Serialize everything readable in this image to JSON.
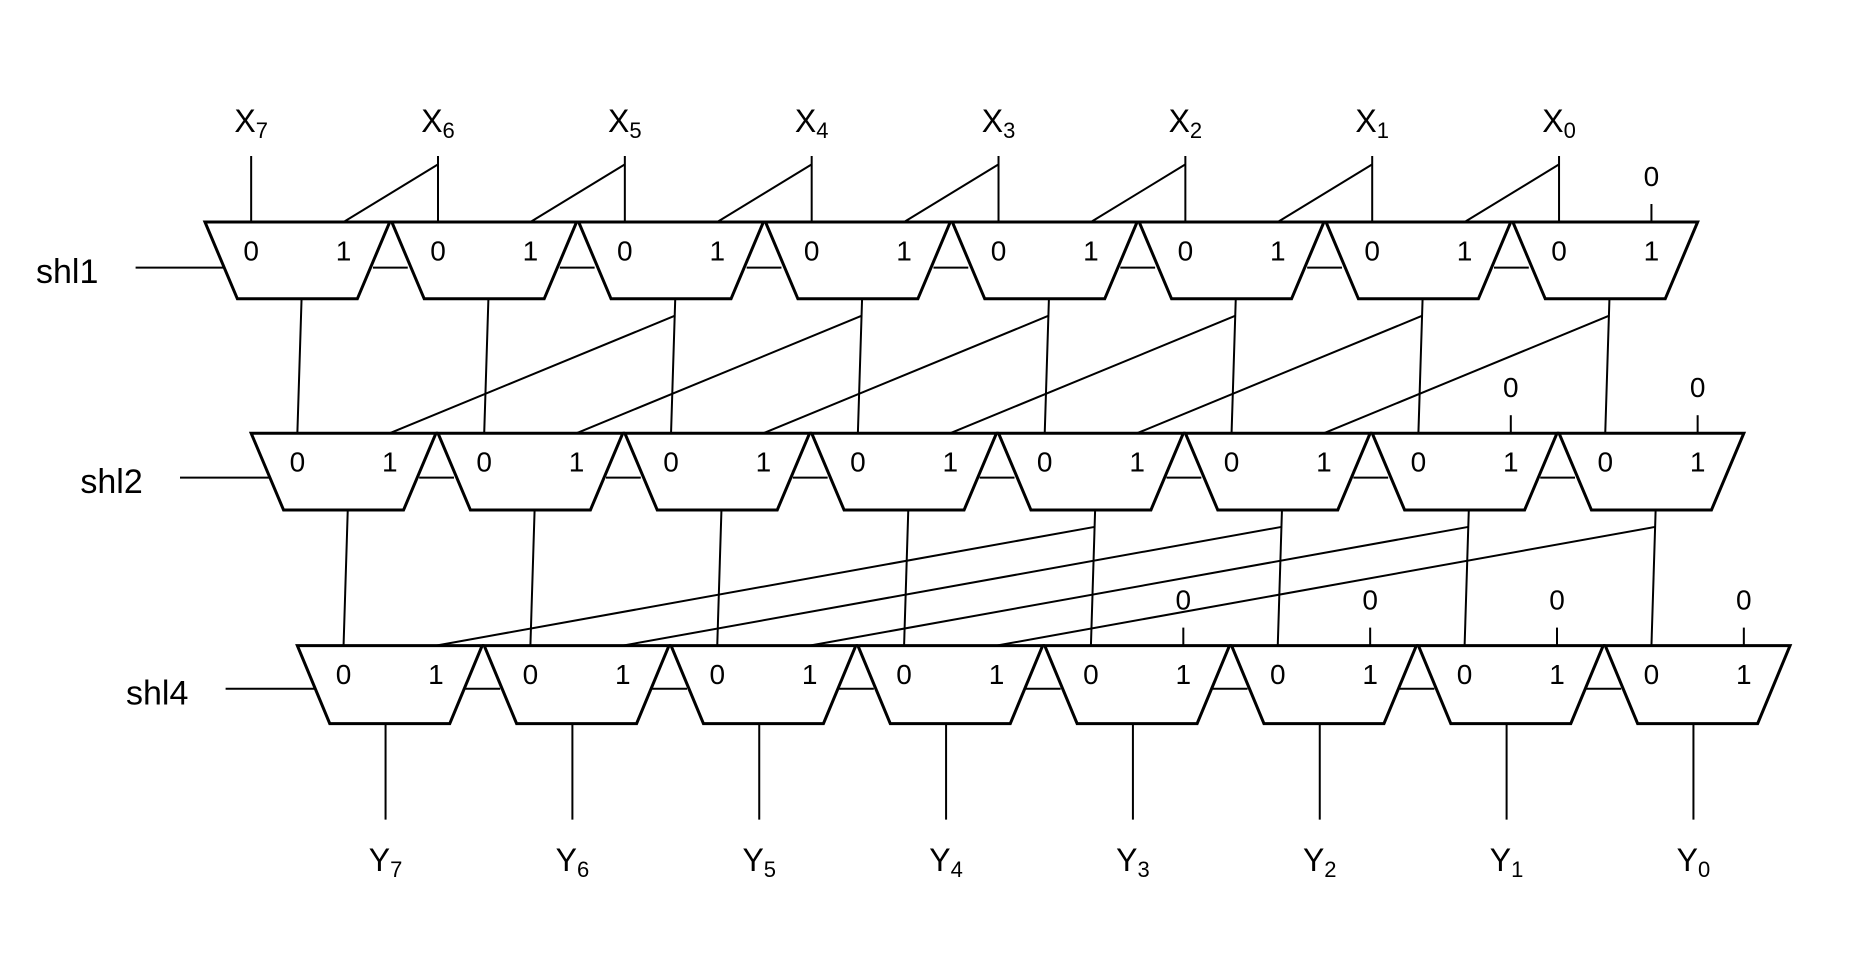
{
  "diagram": {
    "stages": [
      {
        "select": "shl1",
        "shift": 1,
        "in0": "0",
        "in1": "1",
        "fill": "0"
      },
      {
        "select": "shl2",
        "shift": 2,
        "in0": "0",
        "in1": "1",
        "fill": "0"
      },
      {
        "select": "shl4",
        "shift": 4,
        "in0": "0",
        "in1": "1",
        "fill": "0"
      }
    ],
    "inputs": [
      {
        "base": "X",
        "sub": "7"
      },
      {
        "base": "X",
        "sub": "6"
      },
      {
        "base": "X",
        "sub": "5"
      },
      {
        "base": "X",
        "sub": "4"
      },
      {
        "base": "X",
        "sub": "3"
      },
      {
        "base": "X",
        "sub": "2"
      },
      {
        "base": "X",
        "sub": "1"
      },
      {
        "base": "X",
        "sub": "0"
      }
    ],
    "outputs": [
      {
        "base": "Y",
        "sub": "7"
      },
      {
        "base": "Y",
        "sub": "6"
      },
      {
        "base": "Y",
        "sub": "5"
      },
      {
        "base": "Y",
        "sub": "4"
      },
      {
        "base": "Y",
        "sub": "3"
      },
      {
        "base": "Y",
        "sub": "2"
      },
      {
        "base": "Y",
        "sub": "1"
      },
      {
        "base": "Y",
        "sub": "0"
      }
    ]
  }
}
